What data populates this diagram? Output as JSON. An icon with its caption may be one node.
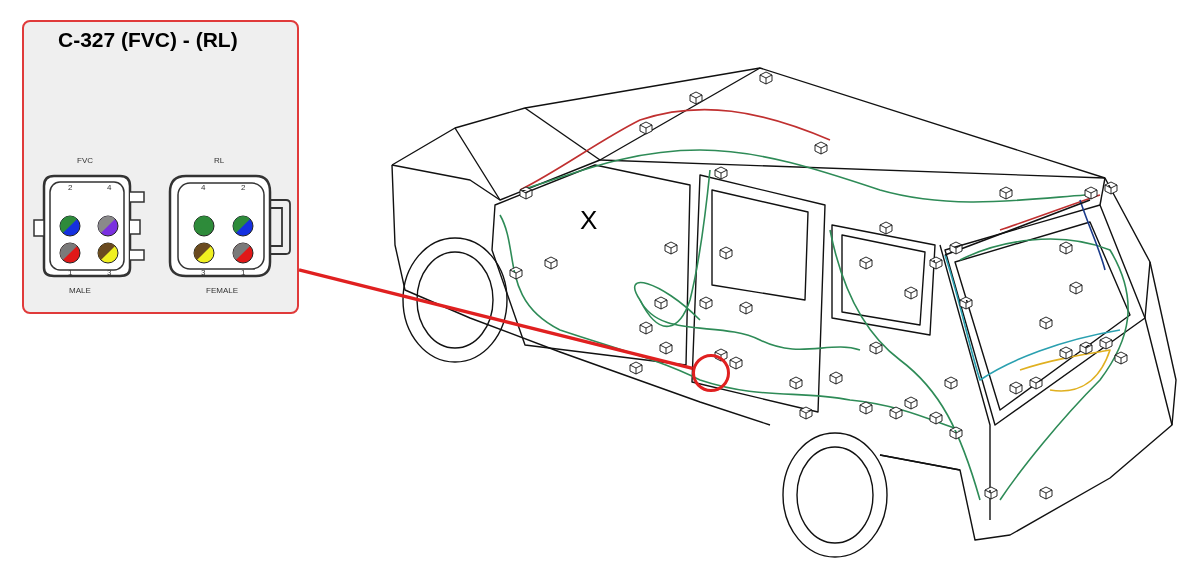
{
  "diagram": {
    "nodes": [
      {
        "text": [
          "C-327 (FVC) - (RL)"
        ]
      },
      {
        "text": [
          "FVC",
          "MALE"
        ],
        "in": 0
      },
      {
        "text": [
          "RL",
          "FEMALE"
        ],
        "in": 0
      },
      {
        "text": [],
        "shape": "circle"
      }
    ],
    "edges": [
      {
        "from": 0,
        "to": 3,
        "arrow": "none",
        "color": "#e02020"
      }
    ],
    "labels": [
      "2",
      "4",
      "1",
      "3",
      "4",
      "2",
      "3",
      "1",
      "X"
    ]
  }
}
